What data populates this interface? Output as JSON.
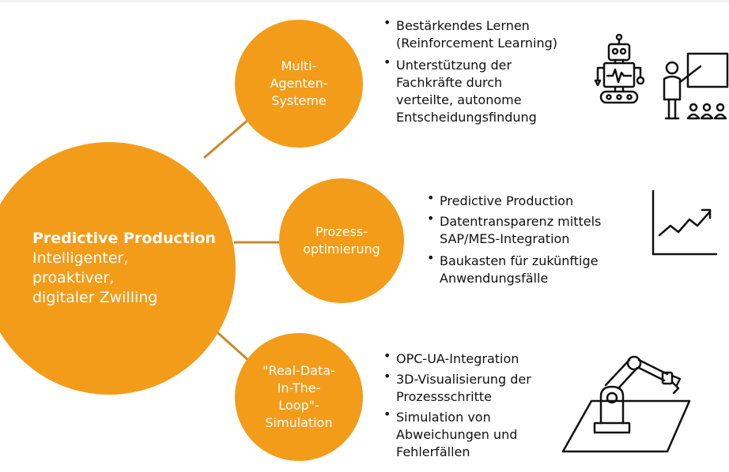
{
  "hub": {
    "title": "Predictive Production",
    "lines": [
      "Intelligenter,",
      "proaktiver,",
      "digitaler Zwilling"
    ]
  },
  "nodes": [
    {
      "label_lines": [
        "Multi-",
        "Agenten-",
        "Systeme"
      ],
      "bullets": [
        {
          "lines": [
            "Bestärkendes Lernen",
            "(Reinforcement Learning)"
          ]
        },
        {
          "lines": [
            "Unterstützung der",
            "Fachkräfte durch",
            "verteilte, autonome",
            "Entscheidungsfindung"
          ]
        }
      ]
    },
    {
      "label_lines": [
        "Prozess-",
        "optimierung"
      ],
      "bullets": [
        {
          "lines": [
            "Predictive Production"
          ]
        },
        {
          "lines": [
            "Datentransparenz mittels",
            "SAP/MES-Integration"
          ]
        },
        {
          "lines": [
            "Baukasten für zukünftige",
            "Anwendungsfälle"
          ]
        }
      ]
    },
    {
      "label_lines": [
        "\"Real-Data-",
        "In-The-",
        "Loop\"-",
        "Simulation"
      ],
      "bullets": [
        {
          "lines": [
            "OPC-UA-Integration"
          ]
        },
        {
          "lines": [
            "3D-Visualisierung der",
            "Prozessschritte"
          ]
        },
        {
          "lines": [
            "Simulation von",
            "Abweichungen und",
            "Fehlerfällen"
          ]
        }
      ]
    }
  ],
  "icons": [
    "robot-icon",
    "teacher-presentation-icon",
    "trend-chart-icon",
    "robot-arm-icon"
  ],
  "colors": {
    "accent": "#f39c1a",
    "connector": "#c98a2b",
    "icon_stroke": "#111111"
  }
}
